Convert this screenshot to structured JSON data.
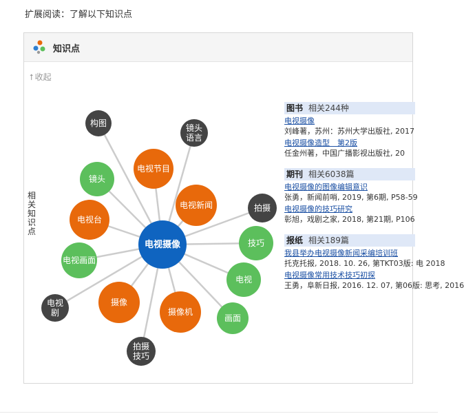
{
  "page": {
    "heading": "扩展阅读：了解以下知识点"
  },
  "panel": {
    "title": "知识点",
    "collapse_label": "收起",
    "side_label": "相关知识点"
  },
  "graph": {
    "center": "电视摄像",
    "nodes": [
      {
        "label": "构图",
        "color": "#444444"
      },
      {
        "label": "镜头语言",
        "color": "#444444"
      },
      {
        "label": "电视节目",
        "color": "#e8690b"
      },
      {
        "label": "镜头",
        "color": "#5cbf5c"
      },
      {
        "label": "电视新闻",
        "color": "#e8690b"
      },
      {
        "label": "拍摄",
        "color": "#444444"
      },
      {
        "label": "电视台",
        "color": "#e8690b"
      },
      {
        "label": "技巧",
        "color": "#5cbf5c"
      },
      {
        "label": "电视画面",
        "color": "#5cbf5c"
      },
      {
        "label": "电视",
        "color": "#5cbf5c"
      },
      {
        "label": "电视剧",
        "color": "#444444"
      },
      {
        "label": "摄像",
        "color": "#e8690b"
      },
      {
        "label": "摄像机",
        "color": "#e8690b"
      },
      {
        "label": "画面",
        "color": "#5cbf5c"
      },
      {
        "label": "拍摄技巧",
        "color": "#444444"
      }
    ],
    "center_color": "#0f64c0",
    "edge_color": "#cccccc"
  },
  "sections": [
    {
      "name": "图书",
      "count": "相关244种",
      "items": [
        {
          "title": "电视摄像",
          "meta": "刘峰著，苏州：苏州大学出版社, 2017"
        },
        {
          "title": "电视摄像造型　第2版",
          "meta": "任金州著，中国广播影视出版社, 20"
        }
      ]
    },
    {
      "name": "期刊",
      "count": "相关6038篇",
      "items": [
        {
          "title": "电视摄像的图像编辑意识",
          "meta": "张勇，新闻前哨, 2019, 第6期, P58-59"
        },
        {
          "title": "电视摄像的技巧研究",
          "meta": "彰旭，戏剧之家, 2018, 第21期, P106"
        }
      ]
    },
    {
      "name": "报纸",
      "count": "相关189篇",
      "items": [
        {
          "title": "我县举办电视摄像新闻采编培训班",
          "meta": "托克托报, 2018. 10. 26, 第TKT03版: 电 2018"
        },
        {
          "title": "电视摄像常用技术技巧初探",
          "meta": "王勇，阜新日报, 2016. 12. 07, 第06版: 思考, 2016"
        }
      ]
    }
  ]
}
